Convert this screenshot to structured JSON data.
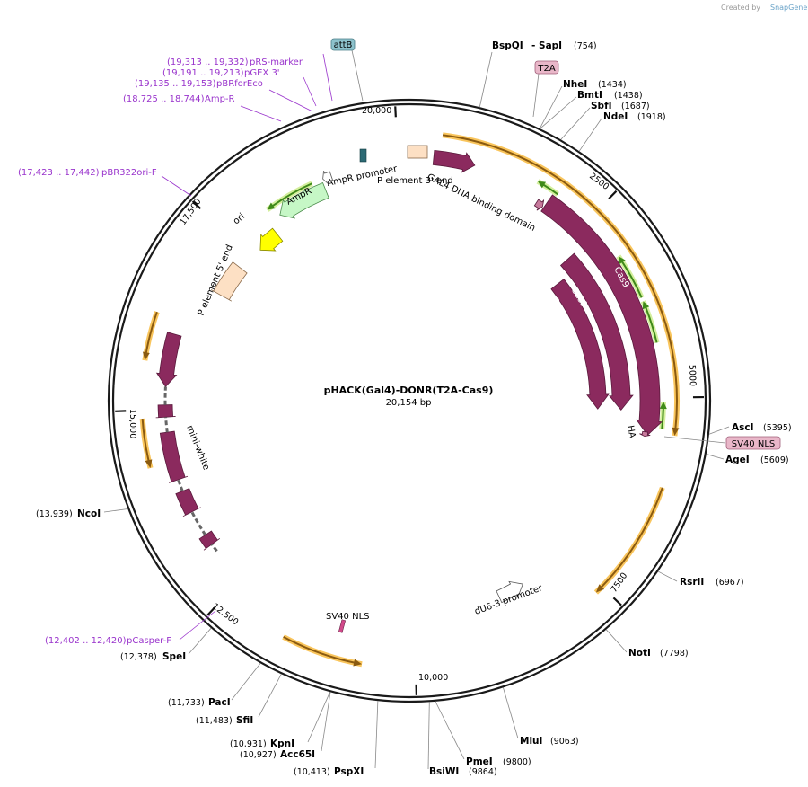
{
  "credit": "Created by",
  "credit_brand": "SnapGene",
  "plasmid_name": "pHACK(Gal4)-DONR(T2A-Cas9)",
  "plasmid_size": "20,154 bp",
  "ruler": [
    "20,000",
    "2500",
    "5000",
    "7500",
    "10,000",
    "12,500",
    "15,000",
    "17,500"
  ],
  "enzymes": [
    {
      "name": "BspQI",
      "pos": ""
    },
    {
      "name": "-  SapI",
      "pos": "(754)"
    },
    {
      "name": "NheI",
      "pos": "(1434)"
    },
    {
      "name": "BmtI",
      "pos": "(1438)"
    },
    {
      "name": "SbfI",
      "pos": "(1687)"
    },
    {
      "name": "NdeI",
      "pos": "(1918)"
    },
    {
      "name": "AscI",
      "pos": "(5395)"
    },
    {
      "name": "AgeI",
      "pos": "(5609)"
    },
    {
      "name": "RsrII",
      "pos": "(6967)"
    },
    {
      "name": "NotI",
      "pos": "(7798)"
    },
    {
      "name": "MluI",
      "pos": "(9063)"
    },
    {
      "name": "PmeI",
      "pos": "(9800)"
    },
    {
      "name": "BsiWI",
      "pos": "(9864)"
    },
    {
      "name": "PspXI",
      "pos": "(10,413)"
    },
    {
      "name": "KpnI",
      "pos": "(10,931)"
    },
    {
      "name": "Acc65I",
      "pos": "(10,927)"
    },
    {
      "name": "SfiI",
      "pos": "(11,483)"
    },
    {
      "name": "PacI",
      "pos": "(11,733)"
    },
    {
      "name": "SpeI",
      "pos": "(12,378)"
    },
    {
      "name": "NcoI",
      "pos": "(13,939)"
    }
  ],
  "primers": [
    {
      "name": "pRS-marker",
      "range": "(19,313 .. 19,332)"
    },
    {
      "name": "pGEX 3'",
      "range": "(19,191 .. 19,213)"
    },
    {
      "name": "pBRforEco",
      "range": "(19,135 .. 19,153)"
    },
    {
      "name": "Amp-R",
      "range": "(18,725 .. 18,744)"
    },
    {
      "name": "pBR322ori-F",
      "range": "(17,423 .. 17,442)"
    },
    {
      "name": "pCasper-F",
      "range": "(12,402 .. 12,420)"
    }
  ],
  "boxed_labels": {
    "attB": "attB",
    "T2A": "T2A",
    "SV40_NLS_box": "SV40 NLS"
  },
  "features": {
    "gal4": "GAL4 DNA binding domain",
    "p3": "P element 3' end",
    "ampr_promoter": "AmpR promoter",
    "ampr": "AmpR",
    "ori": "ori",
    "p5": "P element 5' end",
    "cas9_outer": "Cas9",
    "cas9_mid": "Cas9",
    "cas9_inner": "Cas9",
    "ha": "HA",
    "mini_white": "mini-white",
    "sv40_nls": "SV40 NLS",
    "du6": "dU6-3 promoter"
  },
  "colors": {
    "cas9": "#8b2a5e",
    "orf": "#f7b733",
    "primer_bind": "#7ab72e",
    "ampr": "#c6f7c6",
    "ori": "#ffff00",
    "p_element": "#fde0c4",
    "attB": "#8dc2cc",
    "t2a_box": "#e9b7c9",
    "primer_text": "#9933cc"
  }
}
